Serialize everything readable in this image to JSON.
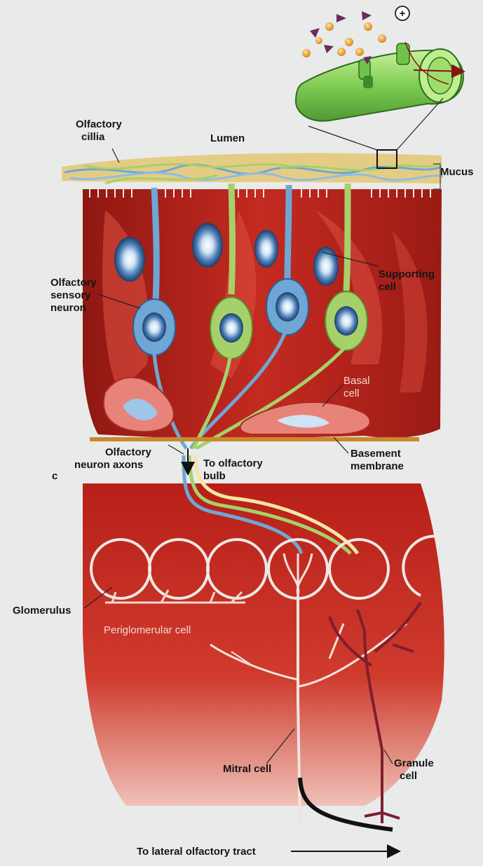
{
  "labels": {
    "lumen": "Lumen",
    "olfactory_cilia_1": "Olfactory",
    "olfactory_cilia_2": "cillia",
    "mucus": "Mucus",
    "sensory_neuron_1": "Olfactory",
    "sensory_neuron_2": "sensory",
    "sensory_neuron_3": "neuron",
    "supporting_cell_1": "Supporting",
    "supporting_cell_2": "cell",
    "basal_cell_1": "Basal",
    "basal_cell_2": "cell",
    "axons_1": "Olfactory",
    "axons_2": "neuron axons",
    "to_bulb_1": "To olfactory",
    "to_bulb_2": "bulb",
    "basement_1": "Basement",
    "basement_2": "membrane",
    "panel_letter": "c",
    "glomerulus": "Glomerulus",
    "periglomerular": "Periglomerular cell",
    "mitral_cell": "Mitral cell",
    "granule_cell_1": "Granule",
    "granule_cell_2": "cell",
    "lateral_tract": "To lateral olfactory tract",
    "ion_plus": "+"
  },
  "colors": {
    "background": "#e9eaea",
    "tissue_red": "#b5231c",
    "tissue_dark": "#7d130f",
    "neuron_blue": "#6fa7d4",
    "support_green": "#a6d16a",
    "channel_green": "#8fd35f",
    "mucus_yellow": "#e4c46a",
    "molecule_orange": "#e8a23a",
    "molecule_purple": "#6a2c5c"
  }
}
